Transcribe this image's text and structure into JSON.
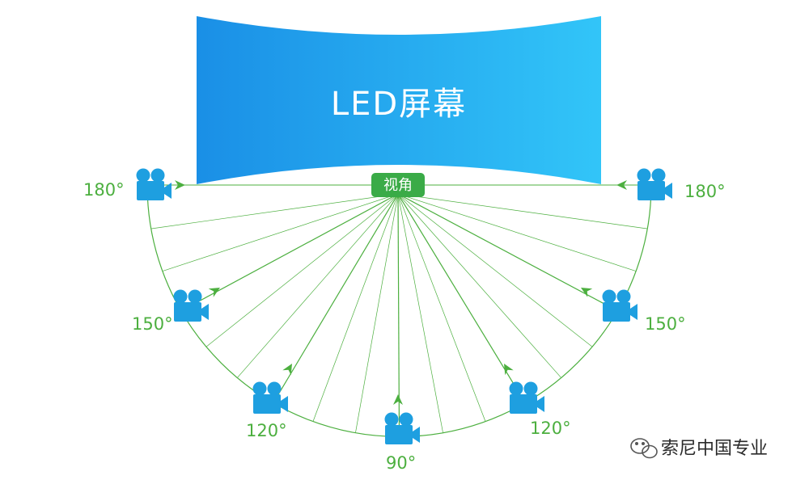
{
  "screen": {
    "title": "LED屏幕"
  },
  "badge": {
    "label": "视角"
  },
  "angles": {
    "left_180": "180°",
    "right_180": "180°",
    "left_150": "150°",
    "right_150": "150°",
    "left_120": "120°",
    "right_120": "120°",
    "bottom_90": "90°"
  },
  "watermark": {
    "text": "索尼中国专业",
    "icon": "wechat-icon"
  },
  "colors": {
    "screen_gradient_start": "#1a8fe6",
    "screen_gradient_end": "#32c5f8",
    "line_green": "#4caf3f",
    "badge_green": "#3aab47",
    "camera_blue": "#1e9fe0"
  },
  "icons": {
    "camera": "video-camera-icon",
    "arrow": "arrowhead-icon"
  }
}
